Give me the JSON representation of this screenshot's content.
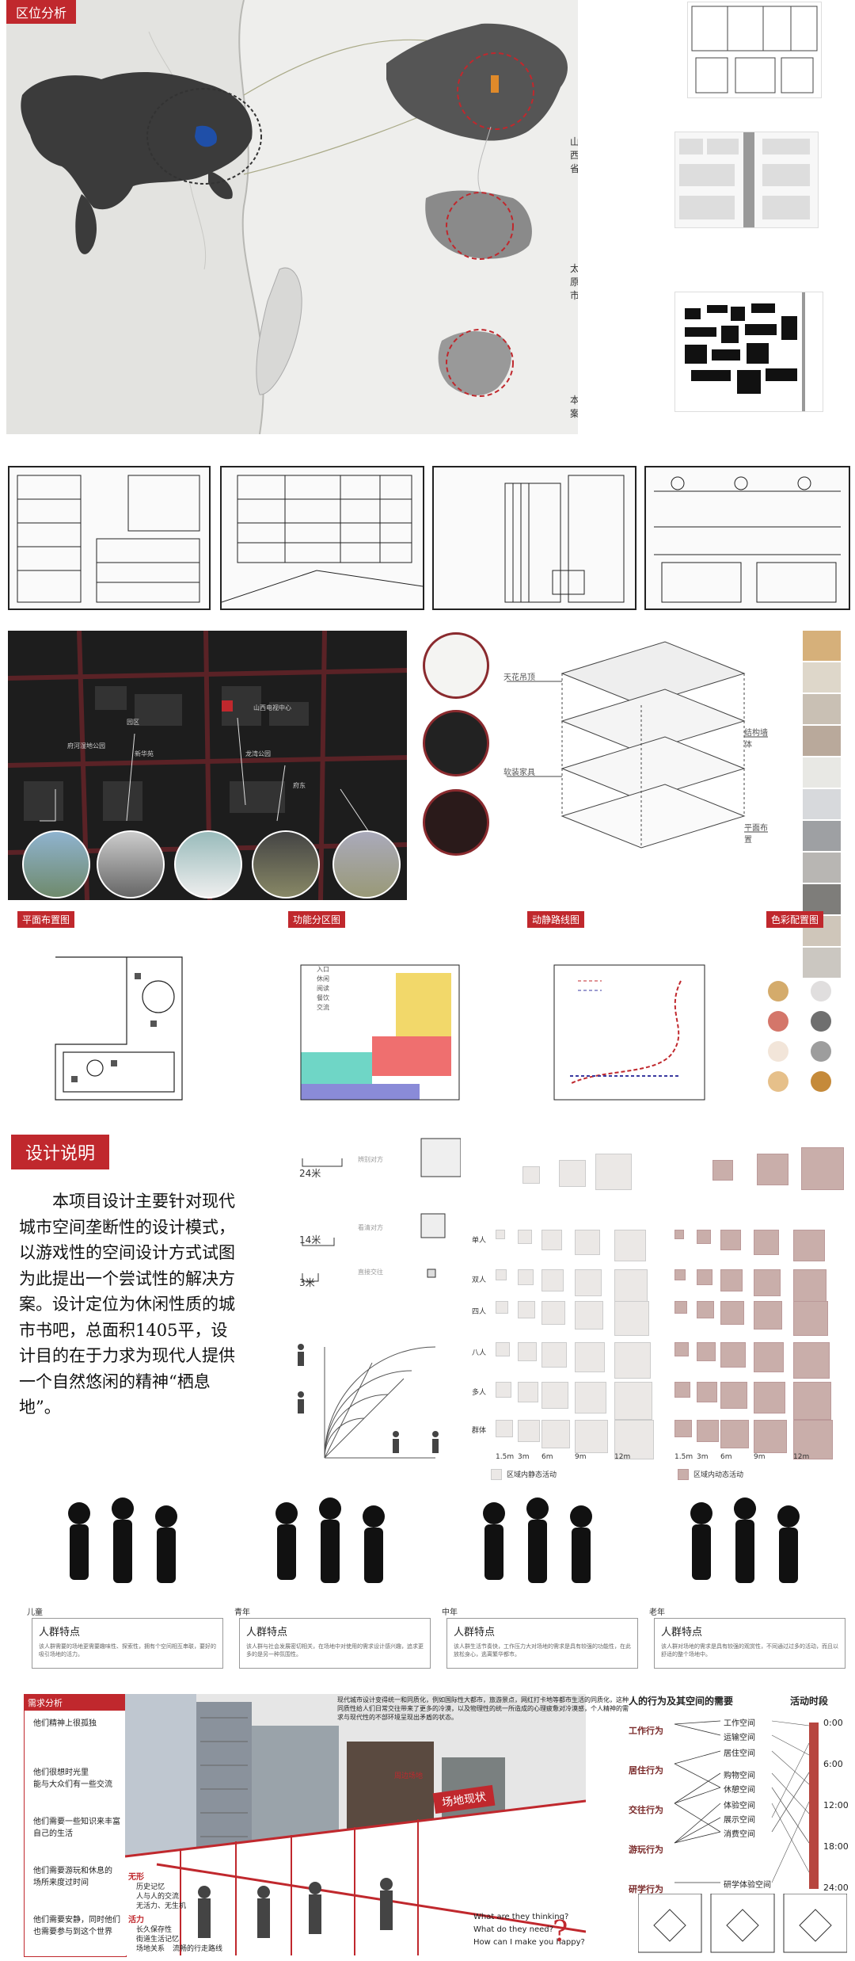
{
  "location": {
    "tag": "区位分析",
    "labels": [
      "山西省",
      "太原市",
      "本案"
    ]
  },
  "site": {
    "places": [
      "府河湿地公园",
      "园区",
      "山西电视中心",
      "新华苑",
      "龙湾公园",
      "府东"
    ],
    "axon_labels": [
      "天花吊顶",
      "结构墙体",
      "软装家具",
      "平面布置"
    ],
    "materials": [
      "#d6b07a",
      "#ded7ca",
      "#c9c0b4",
      "#b9a99b",
      "#e8e8e4",
      "#d7d9dc",
      "#9ea0a3",
      "#b8b6b3",
      "#7e7d7a",
      "#cfc6ba",
      "#cbc7c1"
    ]
  },
  "plans": {
    "titles": [
      "平面布置图",
      "功能分区图",
      "动静路线图",
      "色彩配置图"
    ],
    "zone_legend": [
      "入口",
      "休闲",
      "阅读",
      "餐饮",
      "交流"
    ],
    "palette": [
      "#d4ab6b",
      "#e0dede",
      "#d4766a",
      "#6f6f6f",
      "#f2e5d9",
      "#9d9d9d",
      "#e6c08a",
      "#c58a3a"
    ]
  },
  "design": {
    "tag": "设计说明",
    "text": "本项目设计主要针对现代城市空间垄断性的设计模式，以游戏性的空间设计方式试图为此提出一个尝试性的解决方案。设计定位为休闲性质的城市书吧，总面积1405平，设计目的在于力求为现代人提供一个自然悠闲的精神“栖息地”。",
    "distances": [
      "24米",
      "14米",
      "3米"
    ],
    "zone_labels": [
      "辨别对方",
      "看清对方",
      "直接交往"
    ],
    "rows": [
      "单人",
      "双人",
      "四人",
      "八人",
      "多人",
      "群体"
    ],
    "x_labels": [
      "1.5m",
      "3m",
      "6m",
      "9m",
      "12m"
    ],
    "legend": [
      "区域内静态活动",
      "区域内动态活动"
    ]
  },
  "crowd": {
    "groups": [
      {
        "name": "儿童",
        "title": "人群特点",
        "desc": "该人群需要的场地更需要趣味性、探索性，拥有个空间相互串联，要好的吸引场地的活力。"
      },
      {
        "name": "青年",
        "title": "人群特点",
        "desc": "该人群与社会发展密切相关，在场地中对使用的需求设计感兴趣，追求更多的是另一种氛围性。"
      },
      {
        "name": "中年",
        "title": "人群特点",
        "desc": "该人群生活节奏快，工作压力大对场地的需求是具有较强的功能性，在此放松身心，逃离繁华都市。"
      },
      {
        "name": "老年",
        "title": "人群特点",
        "desc": "该人群对场地的需求是具有较强的观赏性，不同通过过多的活动，而且以舒适的整个场地中。"
      }
    ]
  },
  "analysis": {
    "tag": "需求分析",
    "needs": [
      "他们精神上很孤独",
      "他们很想时光里\n能与大众们有一些交流",
      "他们需要一些知识来丰富\n自己的生活",
      "他们需要游玩和休息的\n场所来度过时间",
      "他们需要安静，同时他们\n也需要参与到这个世界"
    ],
    "absent_title": "无形",
    "absent": [
      "历史记忆",
      "人与人的交流",
      "无活力、无生机"
    ],
    "vital_title": "活力",
    "vital": [
      "长久保存性",
      "街道生活记忆",
      "场地关系",
      "流畅的行走路线"
    ],
    "status_tag": "场地现状",
    "status_small": "周边场地",
    "intro": "现代城市设计变得统一和同质化，例如国际性大都市，旅游景点，网红打卡地等都市生活的同质化，这种同质性给人们日常交往带来了更多的冷漠，以及物理性的统一所造成的心理疲惫对冷漠感，个人精神的需求与现代性的不部环境呈现出矛盾的状态。",
    "questions": [
      "What are they thinking?",
      "What do they need?",
      "How can I make you happy?"
    ],
    "qmark": "?",
    "relation_title": "人的行为及其空间的需要",
    "behaviors": [
      "工作行为",
      "居住行为",
      "交往行为",
      "游玩行为",
      "研学行为"
    ],
    "spaces": [
      "工作空间",
      "运输空间",
      "居住空间",
      "购物空间",
      "休憩空间",
      "体验空间",
      "展示空间",
      "消费空间",
      "研学体验空间"
    ],
    "time_title": "活动时段",
    "times": [
      "0:00",
      "6:00",
      "12:00",
      "18:00",
      "24:00"
    ]
  }
}
